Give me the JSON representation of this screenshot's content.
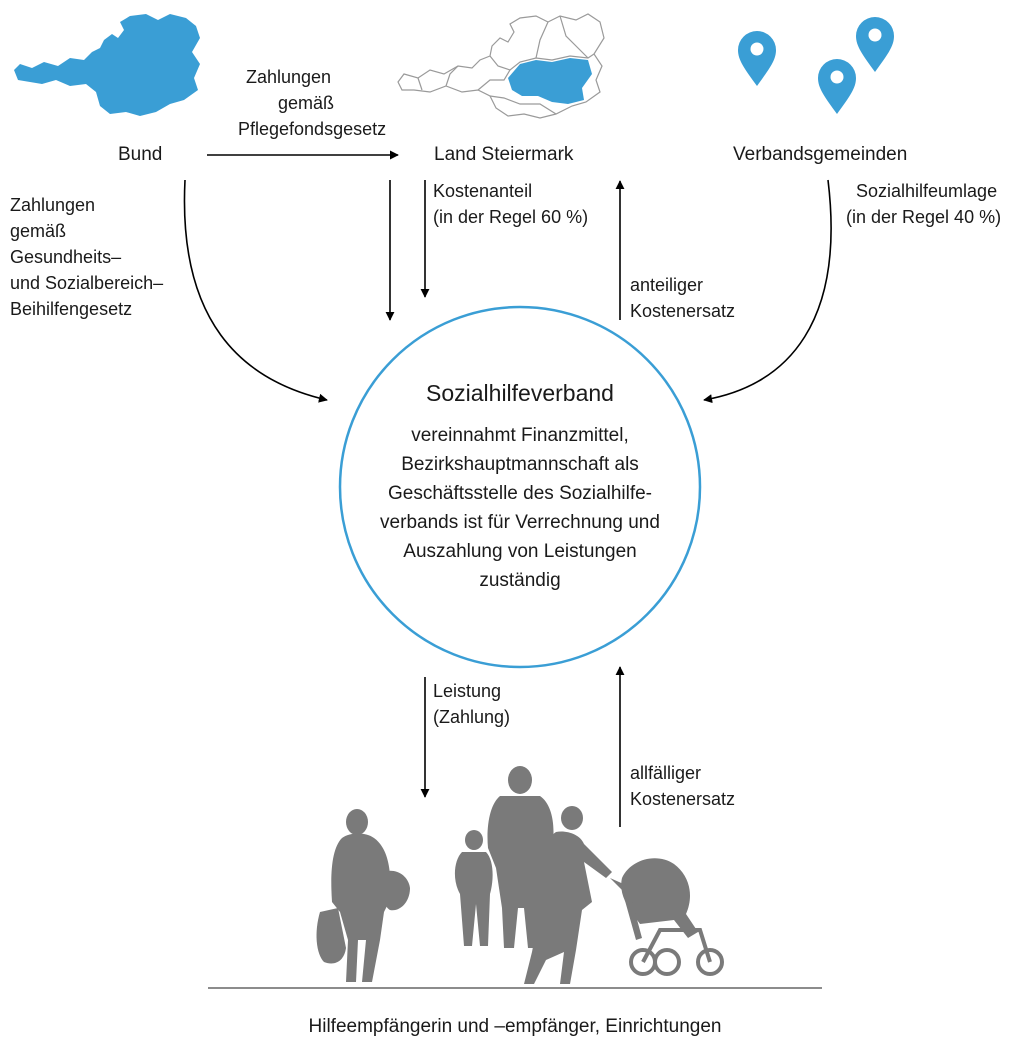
{
  "nodes": {
    "bund": "Bund",
    "land": "Land Steiermark",
    "gemeinden": "Verbandsgemeinden",
    "verband_title": "Sozialhilfeverband",
    "verband_text": "vereinnahmt Finanzmittel, Bezirkshauptmannschaft als Geschäftsstelle des Sozialhilfe­verbands ist für Verrechnung und Auszahlung von Leistungen zuständig",
    "recipients": "Hilfeempfängerin und –empfänger, Einrichtungen"
  },
  "flows": {
    "bund_to_land": [
      "Zahlungen",
      "gemäß",
      "Pflegefondsgesetz"
    ],
    "bund_to_verband": [
      "Zahlungen",
      "gemäß",
      "Gesundheits–",
      "und Sozialbereich–",
      "Beihilfengesetz"
    ],
    "land_to_verband": [
      "Kostenanteil",
      "(in der Regel 60 %)"
    ],
    "verband_to_land": [
      "anteiliger",
      "Kostenersatz"
    ],
    "gemeinden_to_verband": [
      "Sozialhilfeumlage",
      "(in der Regel 40 %)"
    ],
    "verband_to_recipients": [
      "Leistung",
      "(Zahlung)"
    ],
    "recipients_to_verband": [
      "allfälliger",
      "Kostenersatz"
    ]
  },
  "colors": {
    "accent": "#3a9ed5",
    "silhouette": "#7a7a7a",
    "arrow": "#000000",
    "text": "#1a1a1a"
  },
  "icons": [
    "austria-map-icon",
    "austria-states-map-icon",
    "location-pin-icon",
    "family-silhouette-icon"
  ]
}
